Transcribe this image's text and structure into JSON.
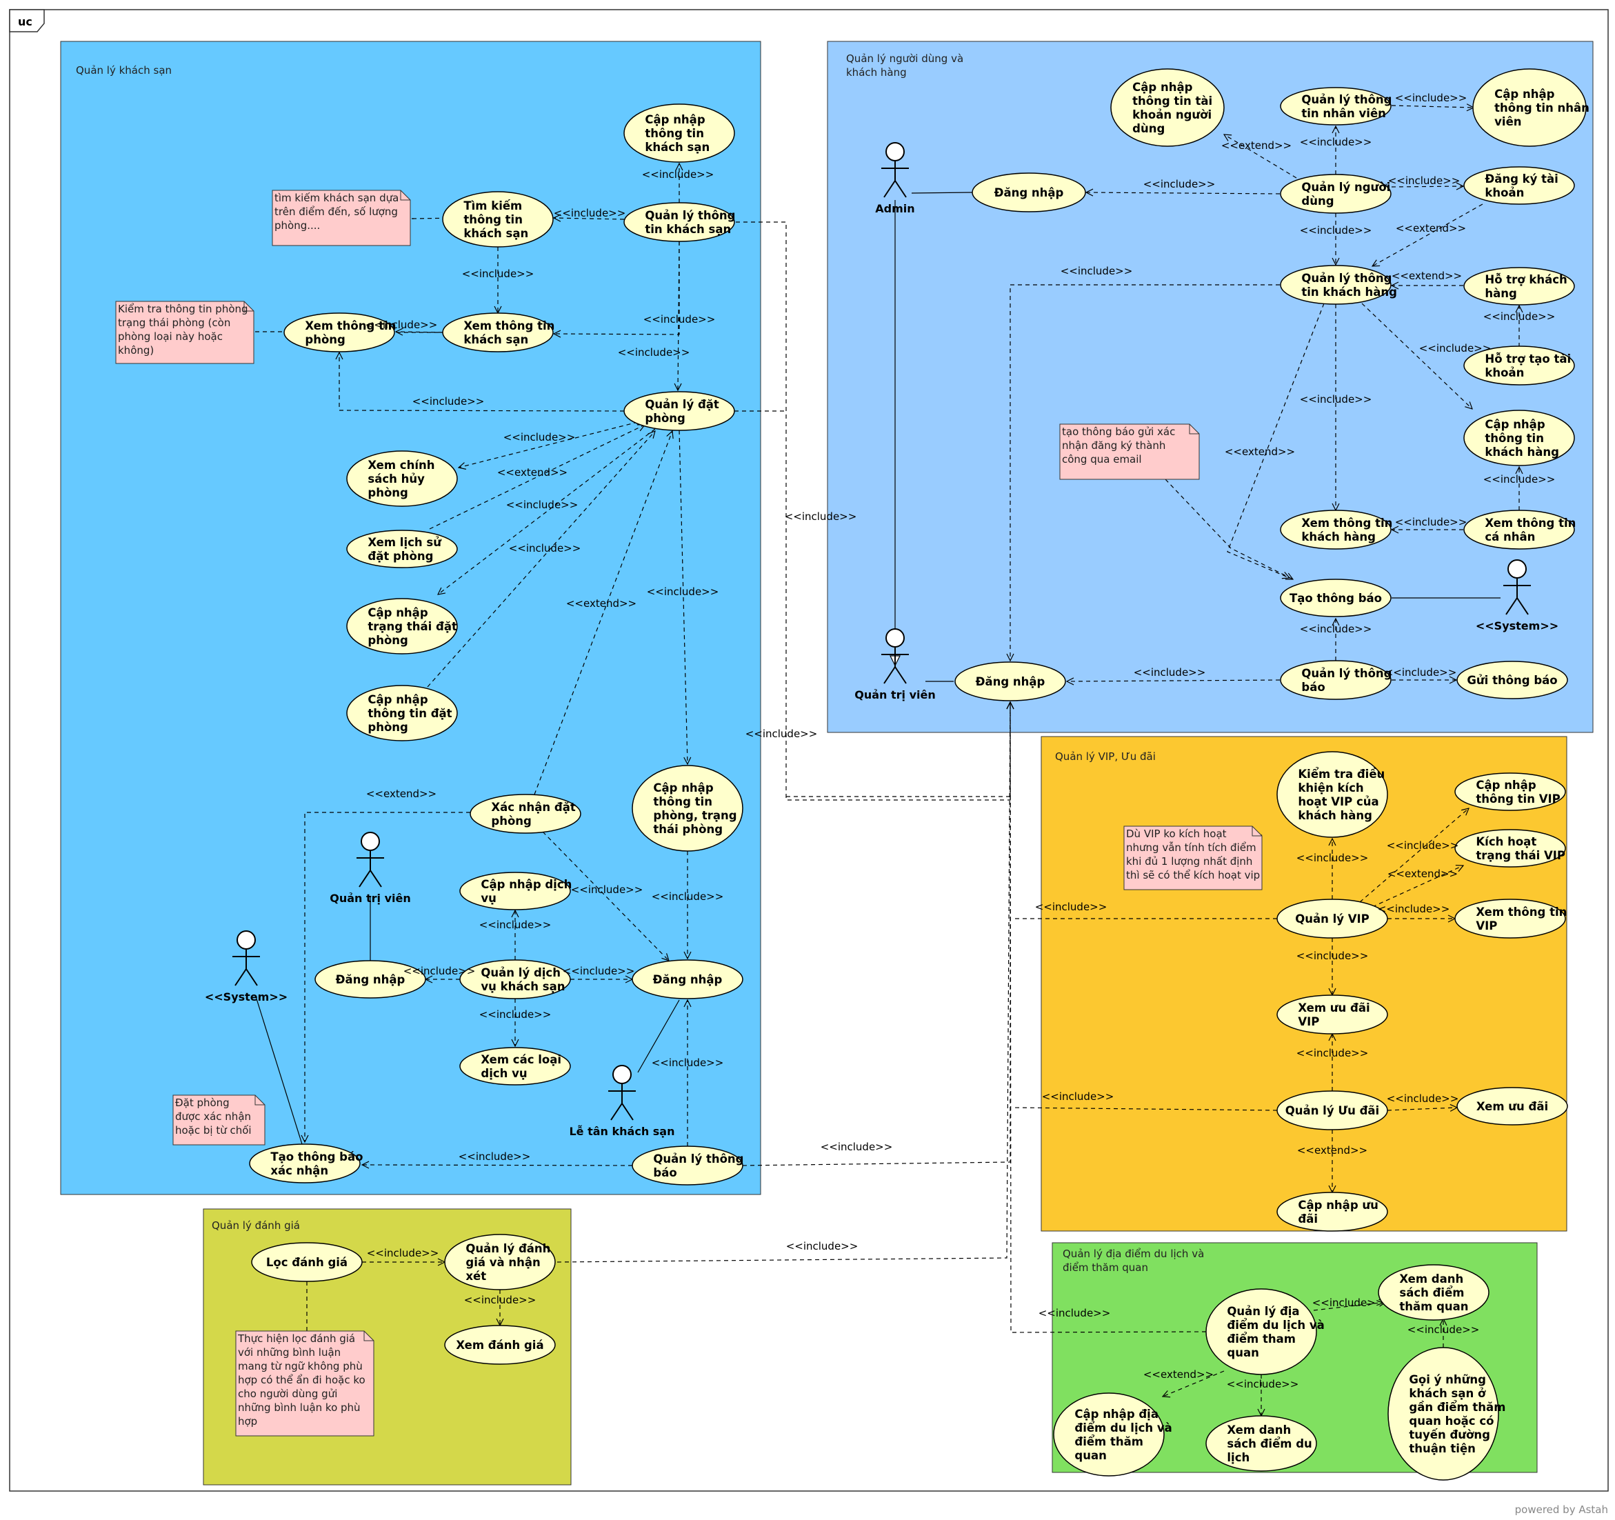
{
  "frame_label": "uc",
  "powered_by": "powered by Astah",
  "packages": {
    "hotel": "Quản lý khách sạn",
    "user": [
      "Quản lý người dùng và",
      "khách hàng"
    ],
    "review": "Quản lý đánh giá",
    "vip": "Quản lý VIP, Ưu đãi",
    "place": [
      "Quản lý địa điểm du lịch và",
      "điểm thăm quan"
    ]
  },
  "usecases": {
    "cn_ks": [
      "Cập nhập",
      "thông tin",
      "khách sạn"
    ],
    "ql_ks": [
      "Quản lý thông",
      "tin khách sạn"
    ],
    "tk_ks": [
      "Tìm kiếm",
      "thông tin",
      "khách sạn"
    ],
    "xem_ks": [
      "Xem thông tin",
      "khách sạn"
    ],
    "xem_phong": [
      "Xem thông tin",
      "phòng"
    ],
    "ql_dp": [
      "Quản lý đặt",
      "phòng"
    ],
    "xem_huy": [
      "Xem chính",
      "sách hủy",
      "phòng"
    ],
    "xem_ls": [
      "Xem lịch sử",
      "đặt phòng"
    ],
    "cn_tt": [
      "Cập nhập",
      "trạng thái đặt",
      "phòng"
    ],
    "cn_dp": [
      "Cập nhập",
      "thông tin đặt",
      "phòng"
    ],
    "cn_phong": [
      "Cập nhập",
      "thông tin",
      "phòng, trạng",
      "thái phòng"
    ],
    "xn_dp": [
      "Xác nhận đặt",
      "phòng"
    ],
    "cn_dv": [
      "Cập nhập dịch",
      "vụ"
    ],
    "dn_left": [
      "Đăng nhập"
    ],
    "ql_dv": [
      "Quản lý dịch",
      "vụ khách sạn"
    ],
    "dn_mid": [
      "Đăng nhập"
    ],
    "xem_dv": [
      "Xem các loại",
      "dịch vụ"
    ],
    "tb_xn": [
      "Tạo thông báo",
      "xác nhận"
    ],
    "ql_tb_ks": [
      "Quản lý thông",
      "báo"
    ],
    "cn_tk": [
      "Cập nhập",
      "thông tin tài",
      "khoản người",
      "dùng"
    ],
    "ql_nv": [
      "Quản lý thông",
      "tin nhân viên"
    ],
    "cn_nv": [
      "Cập nhập",
      "thông tin nhân",
      "viên"
    ],
    "dn_admin": [
      "Đăng nhập"
    ],
    "ql_nd": [
      "Quản lý người",
      "dùng"
    ],
    "dk_tk": [
      "Đăng ký tài",
      "khoản"
    ],
    "ql_kh": [
      "Quản lý thông",
      "tin khách hàng"
    ],
    "ht_kh": [
      "Hỗ trợ khách",
      "hàng"
    ],
    "ht_tao": [
      "Hỗ trợ tạo tài",
      "khoản"
    ],
    "cn_kh": [
      "Cập nhập",
      "thông tin",
      "khách hàng"
    ],
    "xem_kh": [
      "Xem thông tin",
      "khách hàng"
    ],
    "xem_cn": [
      "Xem thông tin",
      "cá nhân"
    ],
    "tao_tb": [
      "Tạo thông báo"
    ],
    "dn_qtv": [
      "Đăng nhập"
    ],
    "ql_tb": [
      "Quản lý thông",
      "báo"
    ],
    "gui_tb": [
      "Gửi thông báo"
    ],
    "kt_vip": [
      "Kiểm tra điều",
      "khiện kích",
      "hoạt VIP của",
      "khách hàng"
    ],
    "cn_vip": [
      "Cập nhập",
      "thông tin VIP"
    ],
    "kh_vip": [
      "Kích hoạt",
      "trạng thái VIP"
    ],
    "ql_vip": [
      "Quản lý VIP"
    ],
    "xem_vip": [
      "Xem thông tin",
      "VIP"
    ],
    "xem_ud_vip": [
      "Xem ưu đãi",
      "VIP"
    ],
    "ql_ud": [
      "Quản lý Ưu đãi"
    ],
    "xem_ud": [
      "Xem ưu đãi"
    ],
    "cn_ud": [
      "Cập nhập ưu",
      "đãi"
    ],
    "loc_dg": [
      "Lọc đánh giá"
    ],
    "ql_dg": [
      "Quản lý đánh",
      "giá và nhận",
      "xét"
    ],
    "xem_dg": [
      "Xem đánh giá"
    ],
    "ql_dd": [
      "Quản lý địa",
      "điểm du lịch và",
      "điểm tham",
      "quan"
    ],
    "xem_dstq": [
      "Xem danh",
      "sách điểm",
      "thăm quan"
    ],
    "cn_dd": [
      "Cập nhập địa",
      "điểm du lịch và",
      "điểm thăm",
      "quan"
    ],
    "xem_dsdl": [
      "Xem danh",
      "sách điểm du",
      "lịch"
    ],
    "goi_y": [
      "Gọi ý những",
      "khách sạn ở",
      "gần điểm thăm",
      "quan hoặc có",
      "tuyến đường",
      "thuận tiện"
    ]
  },
  "actors": {
    "admin": "Admin",
    "qtv_top": "Quản trị viên",
    "system_top": "<<System>>",
    "qtv_left": "Quản trị viên",
    "system_left": "<<System>>",
    "letan": "Lễ tân khách sạn"
  },
  "notes": {
    "n_tk": [
      "tìm kiếm khách sạn dựa",
      "trên điểm đến, số lượng",
      "phòng...."
    ],
    "n_kt": [
      "Kiểm tra thông tin phòng",
      "trạng thái phòng (còn",
      "phòng loại này hoặc",
      "không)"
    ],
    "n_dp": [
      "Đặt phòng",
      "được xác nhận",
      "hoặc bị từ chối"
    ],
    "n_email": [
      "tạo thông báo gửi xác",
      "nhận đăng ký thành",
      "công qua email"
    ],
    "n_vip": [
      "Dù VIP ko kích hoạt",
      "nhưng vẫn tính tích điểm",
      "khi đủ 1 lượng nhất định",
      "thì sẽ có thể kích hoạt vip"
    ],
    "n_loc": [
      "Thực hiện lọc đánh giá",
      "với những bình luận",
      "mang từ ngữ không phù",
      "hợp có thể ẩn đi hoặc ko",
      "cho người dùng gửi",
      "những bình luận ko phù",
      "hợp"
    ]
  },
  "relations": [
    "<<include>>",
    "<<include>>",
    "<<include>>",
    "<<include>>",
    "<<include>>",
    "<<include>>",
    "<<include>>",
    "<<include>>",
    "<<extend>>",
    "<<include>>",
    "<<include>>",
    "<<extend>>",
    "<<include>>",
    "<<extend>>",
    "<<include>>",
    "<<include>>",
    "<<include>>",
    "<<include>>",
    "<<include>>",
    "<<include>>",
    "<<include>>",
    "<<include>>",
    "<<include>>",
    "<<include>>",
    "<<include>>",
    "<<extend>>",
    "<<include>>",
    "<<include>>",
    "<<extend>>",
    "<<extend>>",
    "<<include>>",
    "<<include>>",
    "<<include>>",
    "<<extend>>",
    "<<include>>",
    "<<include>>",
    "<<include>>",
    "<<include>>",
    "<<include>>",
    "<<include>>",
    "<<include>>",
    "<<include>>",
    "<<include>>",
    "<<include>>",
    "<<include>>",
    "<<include>>",
    "<<include>>",
    "<<include>>",
    "<<extend>>",
    "<<include>>",
    "<<include>>",
    "<<include>>",
    "<<include>>",
    "<<extend>>",
    "<<include>>",
    "<<include>>",
    "<<include>>",
    "<<include>>"
  ],
  "colors": {
    "hotel": "#66c9ff",
    "user": "#99ccff",
    "review": "#d4d84a",
    "vip": "#fcc830",
    "place": "#80e060",
    "usecase": "#ffffcc",
    "note": "#ffcccc"
  }
}
